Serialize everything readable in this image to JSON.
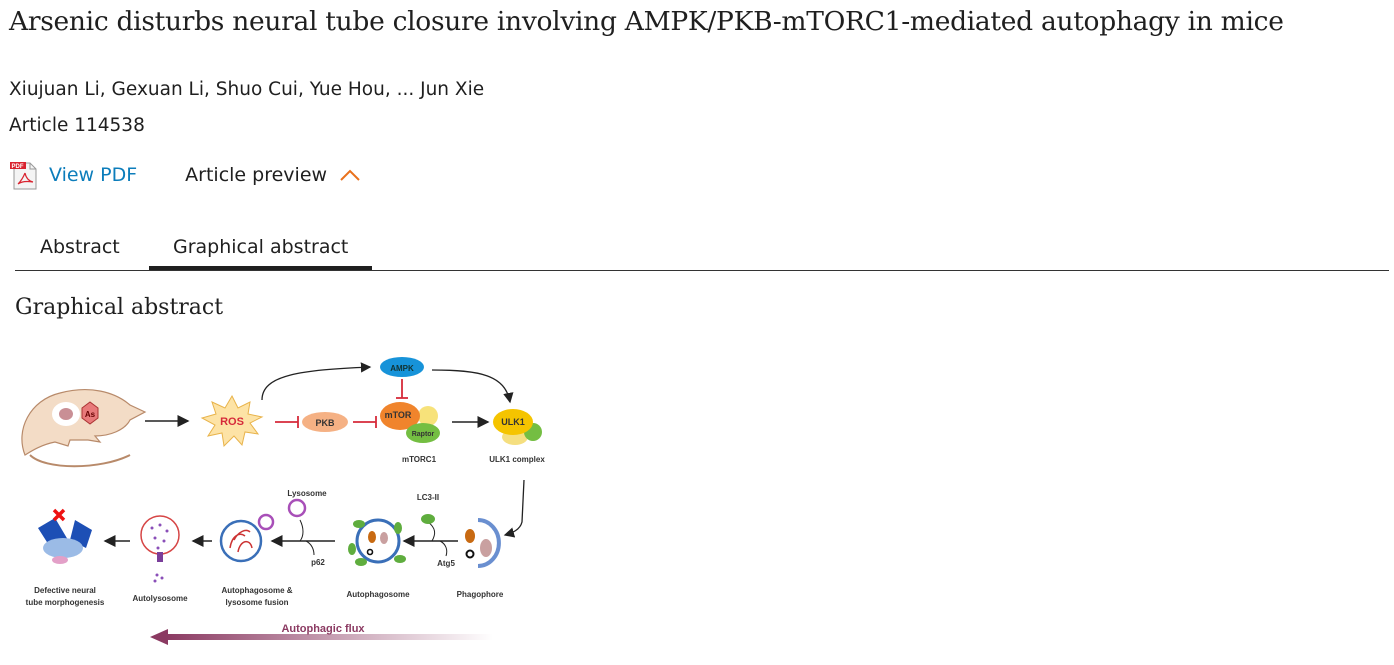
{
  "article": {
    "title": "Arsenic disturbs neural tube closure involving AMPK/PKB-mTORC1-mediated autophagy in mice",
    "authors": "Xiujuan Li, Gexuan Li, Shuo Cui, Yue Hou, ... Jun Xie",
    "article_number": "Article 114538"
  },
  "actions": {
    "view_pdf": "View PDF",
    "pdf_icon_label": "PDF",
    "article_preview": "Article preview"
  },
  "tabs": [
    {
      "label": "Abstract",
      "active": false
    },
    {
      "label": "Graphical abstract",
      "active": true
    }
  ],
  "section_heading": "Graphical abstract",
  "figure": {
    "mouse_label": "As",
    "ros": "ROS",
    "pkb": "PKB",
    "ampk": "AMPK",
    "mtor": "mTOR",
    "raptor": "Raptor",
    "mtorc1": "mTORC1",
    "ulk1": "ULK1",
    "ulk1_complex": "ULK1 complex",
    "lysosome": "Lysosome",
    "lc3": "LC3-II",
    "p62": "p62",
    "atg5": "Atg5",
    "defective_1": "Defective neural",
    "defective_2": "tube morphogenesis",
    "autolysosome": "Autolysosome",
    "fusion_1": "Autophagosome &",
    "fusion_2": "lysosome fusion",
    "autophagosome": "Autophagosome",
    "phagophore": "Phagophore",
    "flux": "Autophagic flux"
  },
  "colors": {
    "link": "#0c7dbb",
    "accent": "#e9711c",
    "inhibit": "#d62a3a",
    "flux": "#8b3a62"
  }
}
